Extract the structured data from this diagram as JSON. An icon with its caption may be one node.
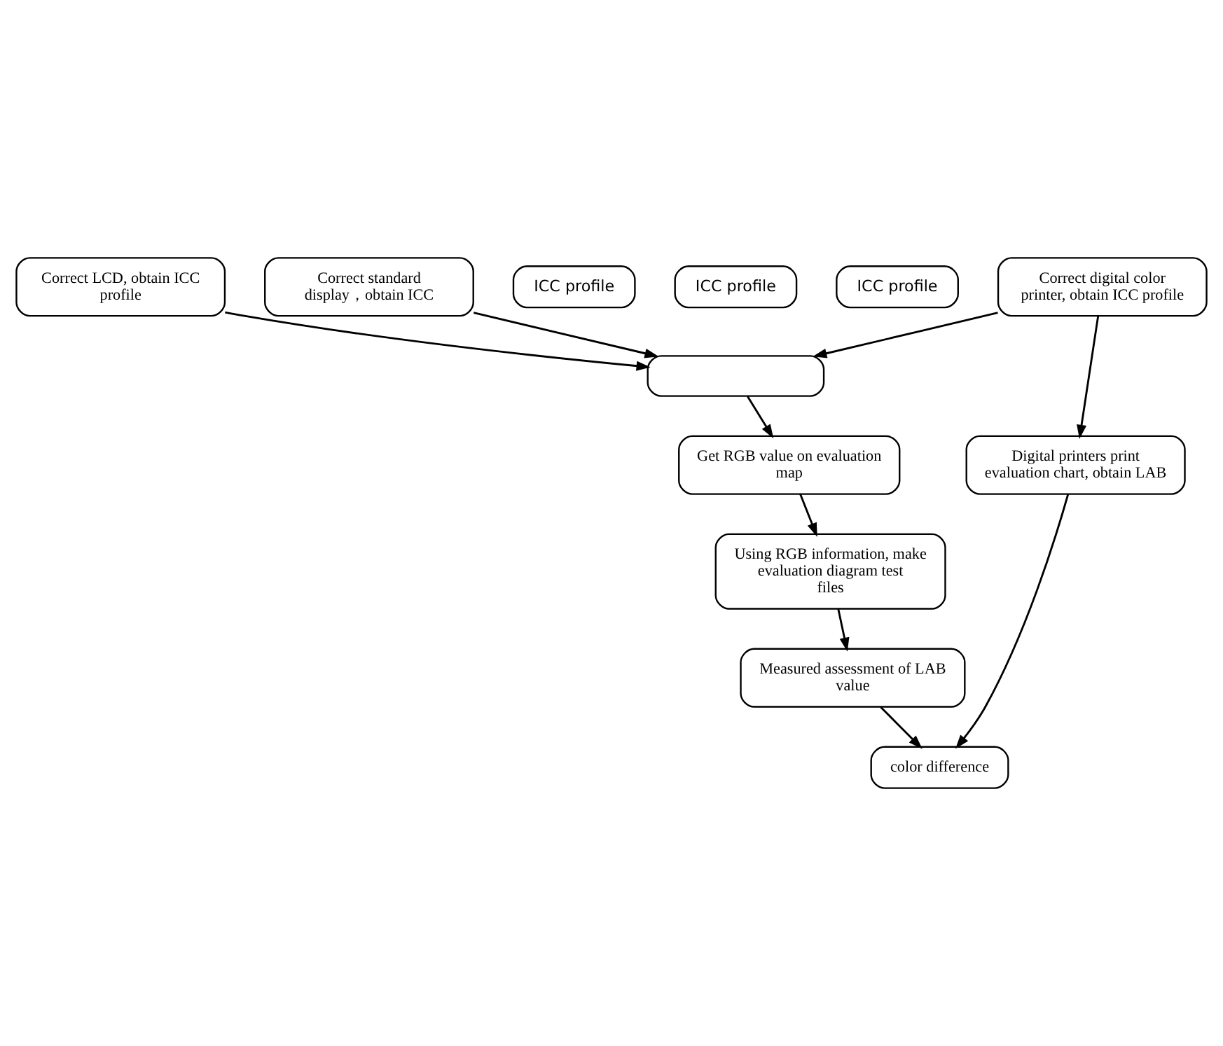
{
  "diagram": {
    "nodes": [
      {
        "text": [
          "Correct LCD, obtain ICC profile"
        ]
      },
      {
        "text": [
          "Correct standard display，obtain ICC"
        ]
      },
      {
        "text": [
          "Correct digital color printer, obtain ICC profile"
        ]
      },
      {
        "text": [
          "ICC profile"
        ]
      },
      {
        "text": [
          "ICC profile"
        ]
      },
      {
        "text": [
          "ICC profile"
        ]
      },
      {
        "text": [],
        "shape": "box"
      },
      {
        "text": [
          "Get RGB value on evaluation map"
        ]
      },
      {
        "text": [
          "Digital printers print evaluation chart, obtain LAB"
        ]
      },
      {
        "text": [
          "Using RGB information, make evaluation diagram test files"
        ]
      },
      {
        "text": [
          "Measured assessment of LAB value"
        ]
      },
      {
        "text": [
          "color difference"
        ]
      }
    ],
    "edges": [
      {
        "from": 0,
        "to": 6,
        "arrow": "to"
      },
      {
        "from": 1,
        "to": 6,
        "arrow": "to"
      },
      {
        "from": 2,
        "to": 6,
        "arrow": "to"
      },
      {
        "from": 6,
        "to": 7,
        "arrow": "to"
      },
      {
        "from": 7,
        "to": 9,
        "arrow": "to"
      },
      {
        "from": 9,
        "to": 10,
        "arrow": "to"
      },
      {
        "from": 2,
        "to": 8,
        "arrow": "to"
      },
      {
        "from": 8,
        "to": 11,
        "arrow": "to"
      },
      {
        "from": 10,
        "to": 11,
        "arrow": "to"
      }
    ]
  }
}
